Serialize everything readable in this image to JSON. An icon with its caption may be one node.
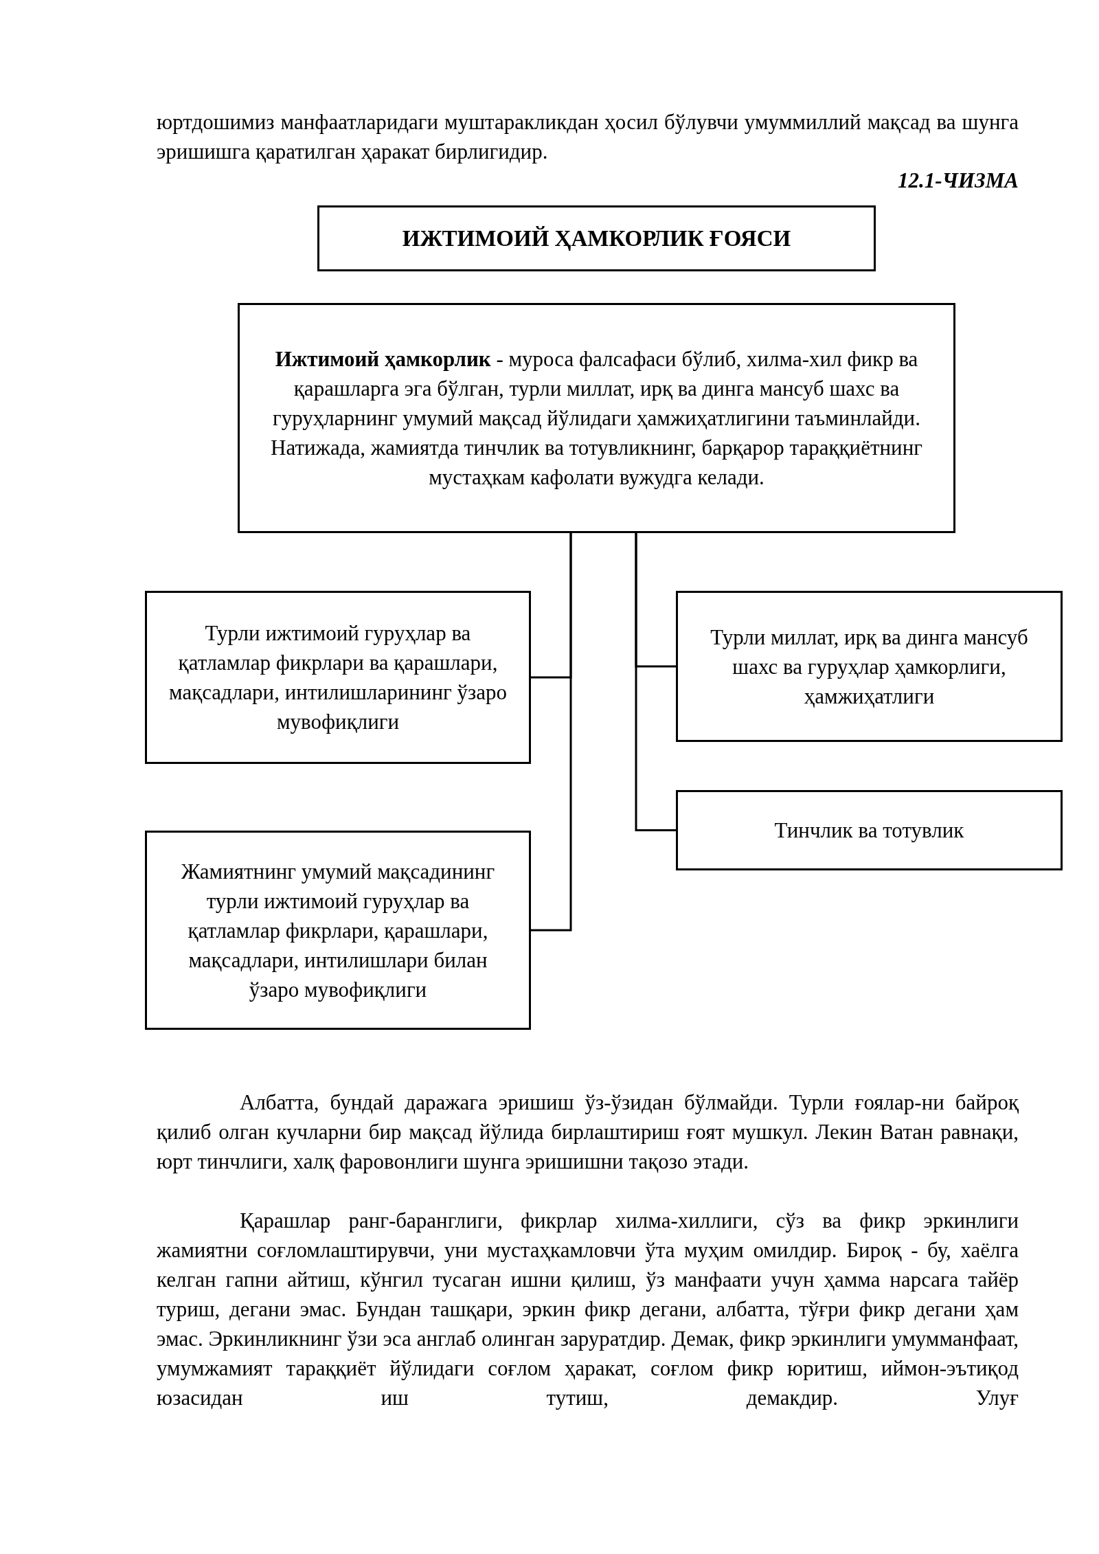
{
  "diagram": {
    "nodes": [
      {
        "text": [
          "ИЖТИМОИЙ ҲАМКОРЛИК ҒОЯСИ"
        ]
      },
      {
        "text": [
          "**Ижтимоий ҳамкорлик** - муроса фалсафаси бўлиб, хилма-хил фикр ва қарашларга эга бўлган, турли миллат, ирқ ва динга мансуб шахс ва гуруҳларнинг умумий мақсад йўлидаги ҳамжиҳатлигини таъминлайди. Натижада, жамиятда тинчлик ва тотувликнинг, барқарор тараққиётнинг мустаҳкам кафолати вужудга келади."
        ]
      },
      {
        "text": [
          "Турли ижтимоий гуруҳлар ва қатламлар фикрлари ва қарашлари, мақсадлари, интилишларининг ўзаро мувофиқлиги"
        ]
      },
      {
        "text": [
          "Турли миллат, ирқ ва динга мансуб шахс ва гуруҳлар ҳамкорлиги, ҳамжиҳатлиги"
        ]
      },
      {
        "text": [
          "Тинчлик ва тотувлик"
        ]
      },
      {
        "text": [
          "Жамиятнинг умумий мақсадининг турли ижтимоий гуруҳлар ва қатламлар фикрлари, қарашлари, мақсадлари, интилишлари билан ўзаро мувофиқлиги"
        ]
      }
    ],
    "edges": [
      {
        "from": 1,
        "to": 2,
        "arrow": "none"
      },
      {
        "from": 1,
        "to": 3,
        "arrow": "none"
      },
      {
        "from": 1,
        "to": 4,
        "arrow": "none"
      },
      {
        "from": 1,
        "to": 5,
        "arrow": "none"
      }
    ],
    "labels": [
      "юртдошимиз манфаатларидаги муштаракликдан ҳосил бўлувчи умуммиллий мақсад ва шунга эришишга қаратилган ҳаракат бирлигидир.",
      "12.1-ЧИЗМА",
      "Албатта, бундай даражага эришиш ўз-ўзидан бўлмайди. Турли ғоялар-ни байроқ қилиб олган кучларни бир мақсад йўлида бирлаштириш ғоят мушкул. Лекин Ватан равнақи, юрт тинчлиги, халқ фаровонлиги шунга эришишни тақозо этади.",
      "Қарашлар ранг-баранглиги, фикрлар хилма-хиллиги, сўз ва фикр эркинлиги жамиятни соғломлаштирувчи, уни мустаҳкамловчи ўта муҳим омилдир. Бироқ - бу, хаёлга келган гапни айтиш, кўнгил тусаган ишни қилиш, ўз манфаати учун ҳамма нарсага тайёр туриш, дегани эмас. Бундан ташқари, эркин фикр дегани, албатта, тўғри фикр дегани ҳам эмас. Эркинликнинг ўзи эса англаб олинган заруратдир. Демак, фикр эркинлиги умумманфаат, умумжамият тараққиёт йўлидаги соғлом ҳаракат, соғлом фикр юритиш, иймон-эътиқод юзасидан иш тутиш, демакдир. Улуғ"
    ]
  }
}
